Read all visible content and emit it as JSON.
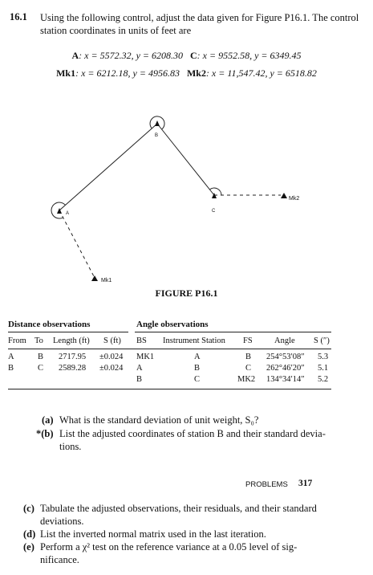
{
  "problem": {
    "number": "16.1",
    "text": "Using the following control, adjust the data given for Figure P16.1. The control station coordinates in units of feet are"
  },
  "control": {
    "line1": [
      {
        "name": "A",
        "coords": ": x = 5572.32,  y = 6208.30"
      },
      {
        "name": "C",
        "coords": ": x = 9552.58,  y = 6349.45"
      }
    ],
    "line2": [
      {
        "name": "Mk1",
        "coords": ": x = 6212.18,  y = 4956.83"
      },
      {
        "name": "Mk2",
        "coords": ": x = 11,547.42,  y = 6518.82"
      }
    ]
  },
  "figure": {
    "labels": {
      "A": "A",
      "B": "B",
      "C": "C",
      "Mk1": "Mk1",
      "Mk2": "Mk2"
    },
    "caption": "FIGURE P16.1"
  },
  "distance_table": {
    "title": "Distance observations",
    "headers": [
      "From",
      "To",
      "Length (ft)",
      "S (ft)"
    ],
    "rows": [
      [
        "A",
        "B",
        "2717.95",
        "±0.024"
      ],
      [
        "B",
        "C",
        "2589.28",
        "±0.024"
      ]
    ]
  },
  "angle_table": {
    "title": "Angle observations",
    "headers": [
      "BS",
      "Instrument Station",
      "FS",
      "Angle",
      "S (″)"
    ],
    "rows": [
      [
        "MK1",
        "A",
        "B",
        "254°53′08″",
        "5.3"
      ],
      [
        "A",
        "B",
        "C",
        "262°46′20″",
        "5.1"
      ],
      [
        "B",
        "C",
        "MK2",
        "134°34′14″",
        "5.2"
      ]
    ]
  },
  "questions": {
    "a": {
      "label": "(a)",
      "text": "What is the standard deviation of unit weight, S₀?"
    },
    "b": {
      "label": "*(b)",
      "text_l1": "List the adjusted coordinates of station B and their standard devia-",
      "text_l2": "tions."
    },
    "c": {
      "label": "(c)",
      "text_l1": "Tabulate the adjusted observations, their residuals, and their standard",
      "text_l2": "deviations."
    },
    "d": {
      "label": "(d)",
      "text": "List the inverted normal matrix used in the last iteration."
    },
    "e": {
      "label": "(e)",
      "text_l1": "Perform a χ² test on the reference variance at a 0.05 level of sig-",
      "text_l2": "nificance."
    }
  },
  "footer": {
    "section": "PROBLEMS",
    "page": "317"
  }
}
